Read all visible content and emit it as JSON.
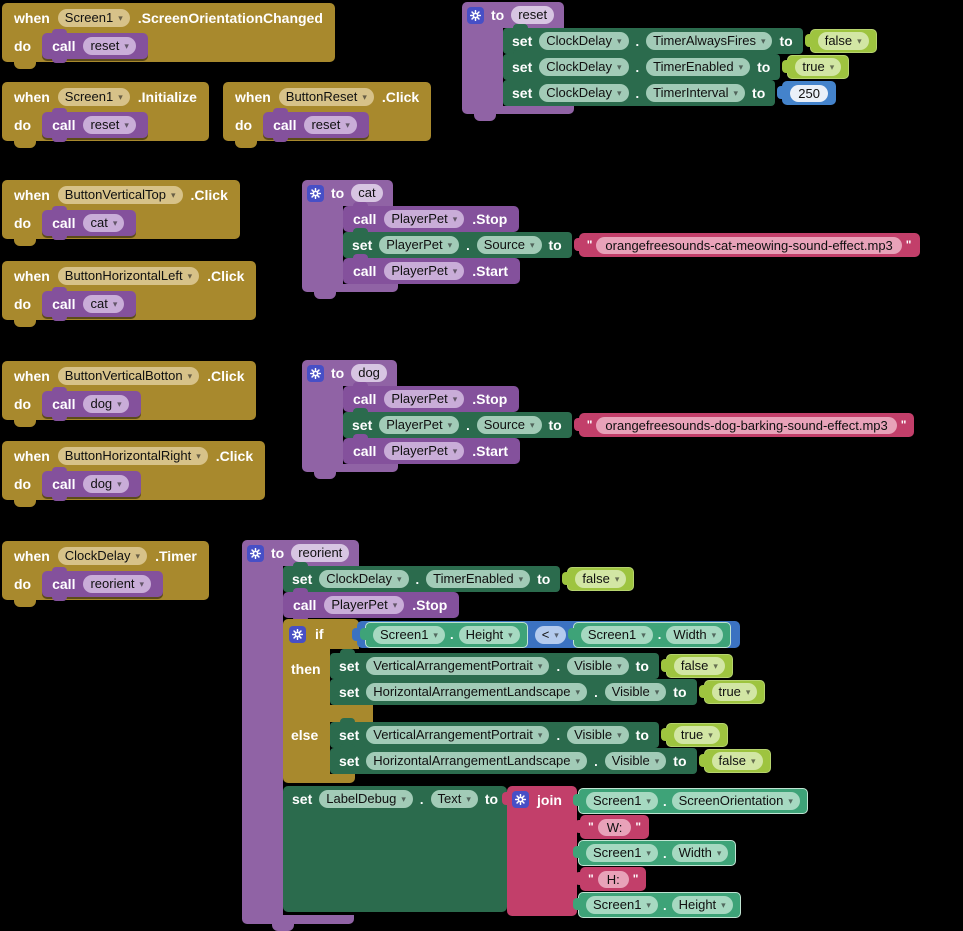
{
  "keywords": {
    "when": "when",
    "do": "do",
    "call": "call",
    "set": "set",
    "to": "to",
    "if": "if",
    "then": "then",
    "else": "else",
    "join": "join",
    "dot": ".",
    "lt": "<",
    "quote": "\""
  },
  "colors": {
    "event_gold": "#A8892D",
    "procedure_purple": "#9063A5",
    "call_purple": "#84519C",
    "setter_green": "#2B6B4D",
    "getter_green": "#3EA378",
    "logic_green": "#9EC43F",
    "math_blue": "#4483CB",
    "text_pink": "#C23F6A",
    "compare_blue": "#3B72C1",
    "gear_indigo": "#474FC6",
    "dropdown_tan": "#D7C289"
  },
  "events": [
    {
      "component": "Screen1",
      "event": ".ScreenOrientationChanged",
      "calls": "reset"
    },
    {
      "component": "Screen1",
      "event": ".Initialize",
      "calls": "reset"
    },
    {
      "component": "ButtonReset",
      "event": ".Click",
      "calls": "reset"
    },
    {
      "component": "ButtonVerticalTop",
      "event": ".Click",
      "calls": "cat"
    },
    {
      "component": "ButtonHorizontalLeft",
      "event": ".Click",
      "calls": "cat"
    },
    {
      "component": "ButtonVerticalBotton",
      "event": ".Click",
      "calls": "dog"
    },
    {
      "component": "ButtonHorizontalRight",
      "event": ".Click",
      "calls": "dog"
    },
    {
      "component": "ClockDelay",
      "event": ".Timer",
      "calls": "reorient"
    }
  ],
  "procedures": {
    "reset": {
      "name": "reset",
      "sets": [
        {
          "component": "ClockDelay",
          "property": "TimerAlwaysFires",
          "value": "false"
        },
        {
          "component": "ClockDelay",
          "property": "TimerEnabled",
          "value": "true"
        },
        {
          "component": "ClockDelay",
          "property": "TimerInterval",
          "value": "250"
        }
      ]
    },
    "cat": {
      "name": "cat",
      "stop": {
        "component": "PlayerPet",
        "method": ".Stop"
      },
      "source": {
        "component": "PlayerPet",
        "property": "Source",
        "value": "orangefreesounds-cat-meowing-sound-effect.mp3"
      },
      "start": {
        "component": "PlayerPet",
        "method": ".Start"
      }
    },
    "dog": {
      "name": "dog",
      "stop": {
        "component": "PlayerPet",
        "method": ".Stop"
      },
      "source": {
        "component": "PlayerPet",
        "property": "Source",
        "value": "orangefreesounds-dog-barking-sound-effect.mp3"
      },
      "start": {
        "component": "PlayerPet",
        "method": ".Start"
      }
    },
    "reorient": {
      "name": "reorient",
      "set_timer": {
        "component": "ClockDelay",
        "property": "TimerEnabled",
        "value": "false"
      },
      "stop": {
        "component": "PlayerPet",
        "method": ".Stop"
      },
      "if": {
        "left": {
          "component": "Screen1",
          "property": "Height"
        },
        "op": "<",
        "right": {
          "component": "Screen1",
          "property": "Width"
        },
        "then": [
          {
            "component": "VerticalArrangementPortrait",
            "property": "Visible",
            "value": "false"
          },
          {
            "component": "HorizontalArrangementLandscape",
            "property": "Visible",
            "value": "true"
          }
        ],
        "else": [
          {
            "component": "VerticalArrangementPortrait",
            "property": "Visible",
            "value": "true"
          },
          {
            "component": "HorizontalArrangementLandscape",
            "property": "Visible",
            "value": "false"
          }
        ]
      },
      "set_label": {
        "component": "LabelDebug",
        "property": "Text"
      },
      "join": [
        {
          "type": "getter",
          "component": "Screen1",
          "property": "ScreenOrientation"
        },
        {
          "type": "string",
          "value": "W:"
        },
        {
          "type": "getter",
          "component": "Screen1",
          "property": "Width"
        },
        {
          "type": "string",
          "value": "H:"
        },
        {
          "type": "getter",
          "component": "Screen1",
          "property": "Height"
        }
      ]
    }
  }
}
